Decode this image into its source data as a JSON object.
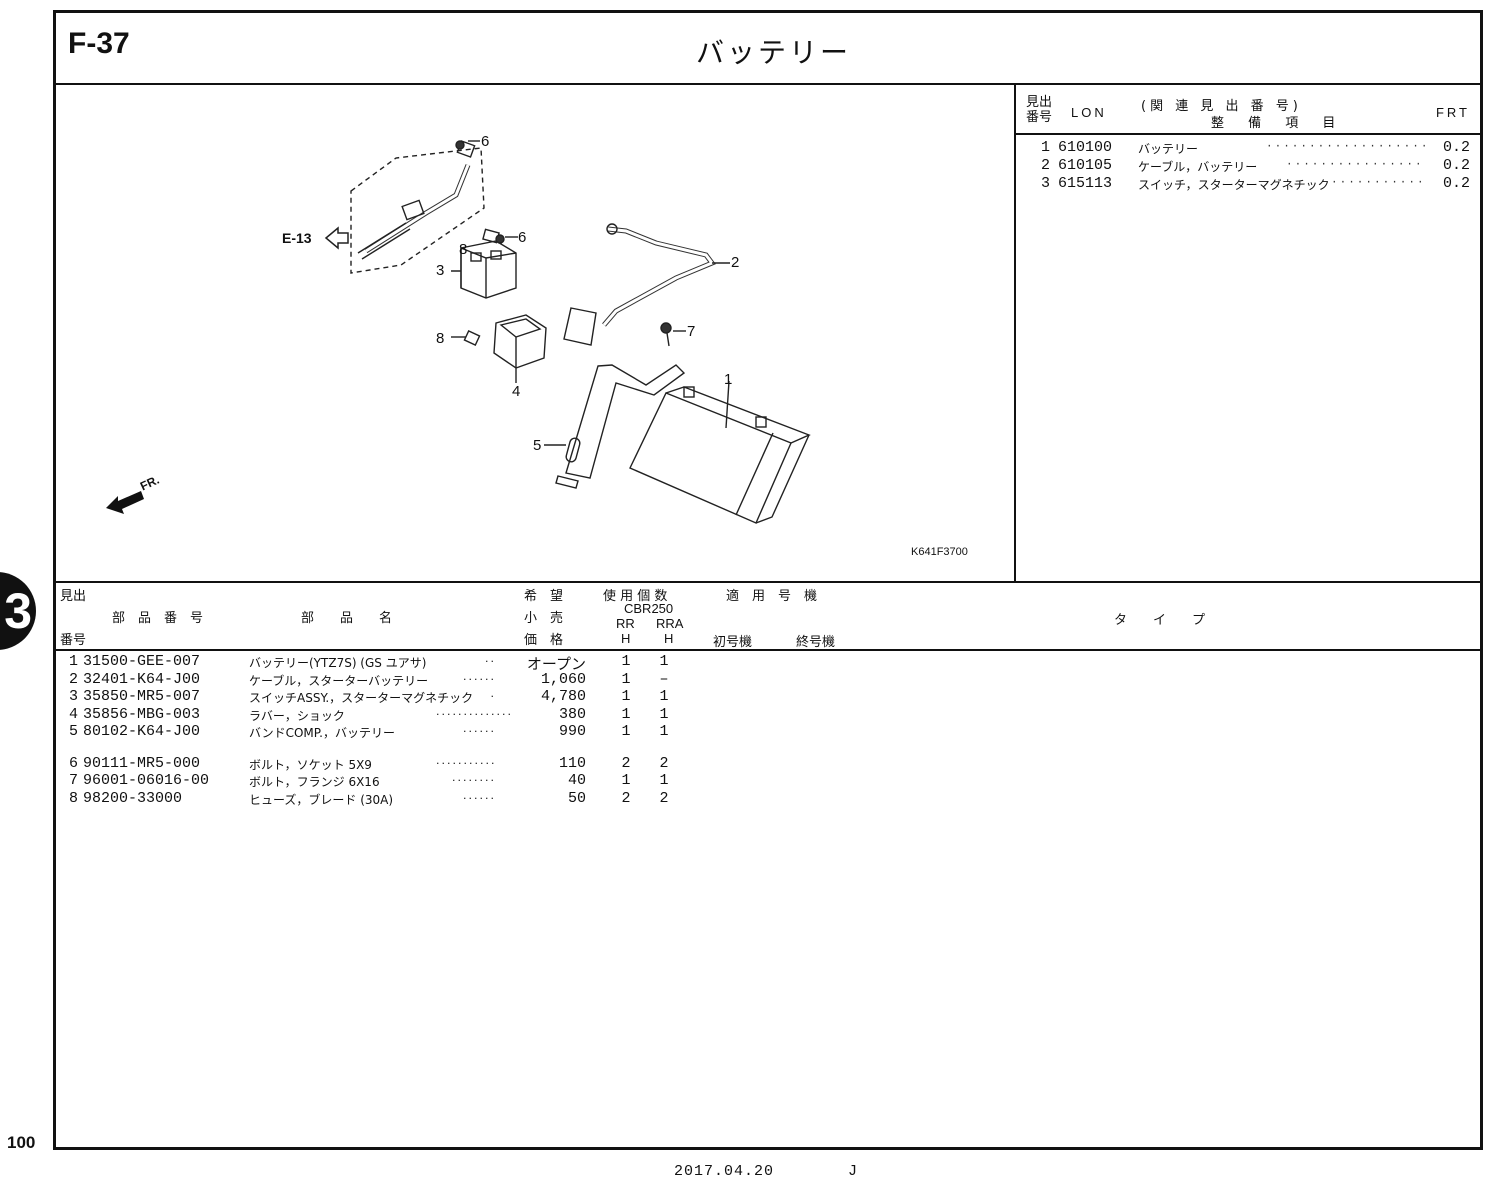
{
  "page": {
    "figure_no": "F-37",
    "title": "バッテリー",
    "page_number": "100",
    "footer_date": "2017.04.20",
    "footer_lang": "J",
    "section_tab": "3"
  },
  "illustration": {
    "code": "K641F3700",
    "reference_label": "E-13",
    "front_label": "FR.",
    "callouts": [
      "1",
      "2",
      "3",
      "4",
      "5",
      "6",
      "6",
      "7",
      "8",
      "8"
    ]
  },
  "lon_table": {
    "headers": {
      "midashi_line1": "見出",
      "midashi_line2": "番号",
      "lon": "LON",
      "related": "(関 連 見 出 番 号)",
      "item": "整 備 項 目",
      "frt": "FRT"
    },
    "rows": [
      {
        "no": "1",
        "lon": "610100",
        "item": "バッテリー",
        "frt": "0.2"
      },
      {
        "no": "2",
        "lon": "610105",
        "item": "ケーブル，バッテリー",
        "frt": "0.2"
      },
      {
        "no": "3",
        "lon": "615113",
        "item": "スイッチ，スターターマグネチック",
        "frt": "0.2"
      }
    ]
  },
  "parts_table": {
    "headers": {
      "midashi_line1": "見出",
      "midashi_line2": "番号",
      "part_number": "部　品　番　号",
      "part_name": "部　　品　　名",
      "price_line1": "希　望",
      "price_line2": "小　売",
      "price_line3": "価　格",
      "qty_title": "使 用 個 数",
      "model": "CBR250",
      "col_rr": "RR",
      "col_rra": "RRA",
      "col_h1": "H",
      "col_h2": "H",
      "applicable": "適　用　号　機",
      "first_frame": "初号機",
      "last_frame": "終号機",
      "type": "タ　　イ　　プ"
    },
    "rows": [
      {
        "no": "1",
        "part_number": "31500-GEE-007",
        "name": "バッテリー(YTZ7S) (GS ユアサ)",
        "dots": "··",
        "price": "オープン",
        "qty_rr": "1",
        "qty_rra": "1"
      },
      {
        "no": "2",
        "part_number": "32401-K64-J00",
        "name": "ケーブル，スターターバッテリー",
        "dots": "······",
        "price": "1,060",
        "qty_rr": "1",
        "qty_rra": "–"
      },
      {
        "no": "3",
        "part_number": "35850-MR5-007",
        "name": "スイッチASSY.，スターターマグネチック",
        "dots": "·",
        "price": "4,780",
        "qty_rr": "1",
        "qty_rra": "1"
      },
      {
        "no": "4",
        "part_number": "35856-MBG-003",
        "name": "ラバー，ショック",
        "dots": "··············",
        "price": "380",
        "qty_rr": "1",
        "qty_rra": "1"
      },
      {
        "no": "5",
        "part_number": "80102-K64-J00",
        "name": "バンドCOMP.，バッテリー",
        "dots": "······",
        "price": "990",
        "qty_rr": "1",
        "qty_rra": "1"
      },
      {
        "no": "6",
        "part_number": "90111-MR5-000",
        "name": "ボルト，ソケット 5X9",
        "dots": "···········",
        "price": "110",
        "qty_rr": "2",
        "qty_rra": "2"
      },
      {
        "no": "7",
        "part_number": "96001-06016-00",
        "name": "ボルト，フランジ 6X16",
        "dots": "········",
        "price": "40",
        "qty_rr": "1",
        "qty_rra": "1"
      },
      {
        "no": "8",
        "part_number": "98200-33000",
        "name": "ヒューズ，ブレード (30A)",
        "dots": "······",
        "price": "50",
        "qty_rr": "2",
        "qty_rra": "2"
      }
    ]
  }
}
